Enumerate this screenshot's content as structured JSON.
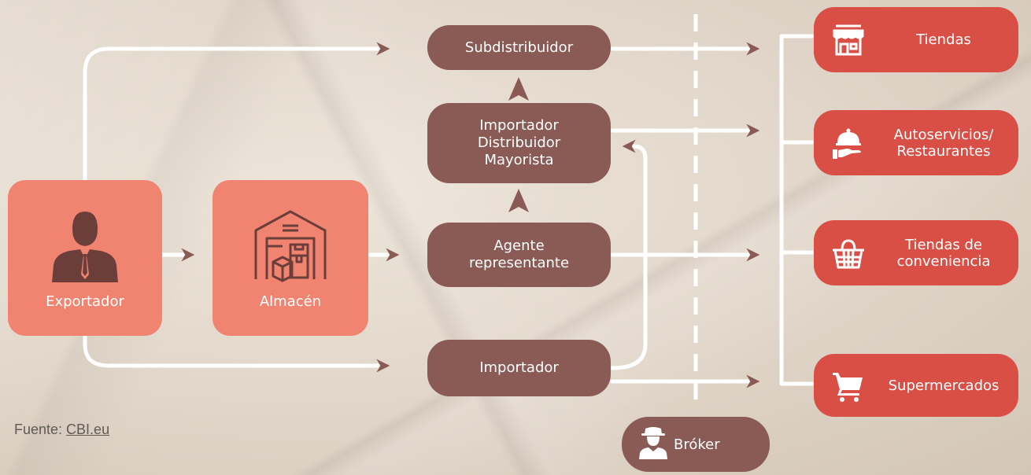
{
  "nodes": {
    "exportador": "Exportador",
    "almacen": "Almacén",
    "subdistribuidor": "Subdistribuidor",
    "importador_dist": [
      "Importador",
      "Distribuidor",
      "Mayorista"
    ],
    "agente": [
      "Agente",
      "representante"
    ],
    "importador": "Importador",
    "broker": "Bróker"
  },
  "retail": [
    {
      "label": [
        "Tiendas"
      ],
      "icon": "store-icon"
    },
    {
      "label": [
        "Autoservicios/",
        "Restaurantes"
      ],
      "icon": "food-service-icon"
    },
    {
      "label": [
        "Tiendas de",
        "conveniencia"
      ],
      "icon": "basket-icon"
    },
    {
      "label": [
        "Supermercados"
      ],
      "icon": "shopping-cart-icon"
    }
  ],
  "source": {
    "prefix": "Fuente: ",
    "link": "CBI.eu"
  },
  "colors": {
    "background": "#e3d9cd",
    "salmon": "#f08470",
    "brown": "#8a5a55",
    "red": "#d94f45",
    "line": "#ffffff"
  }
}
